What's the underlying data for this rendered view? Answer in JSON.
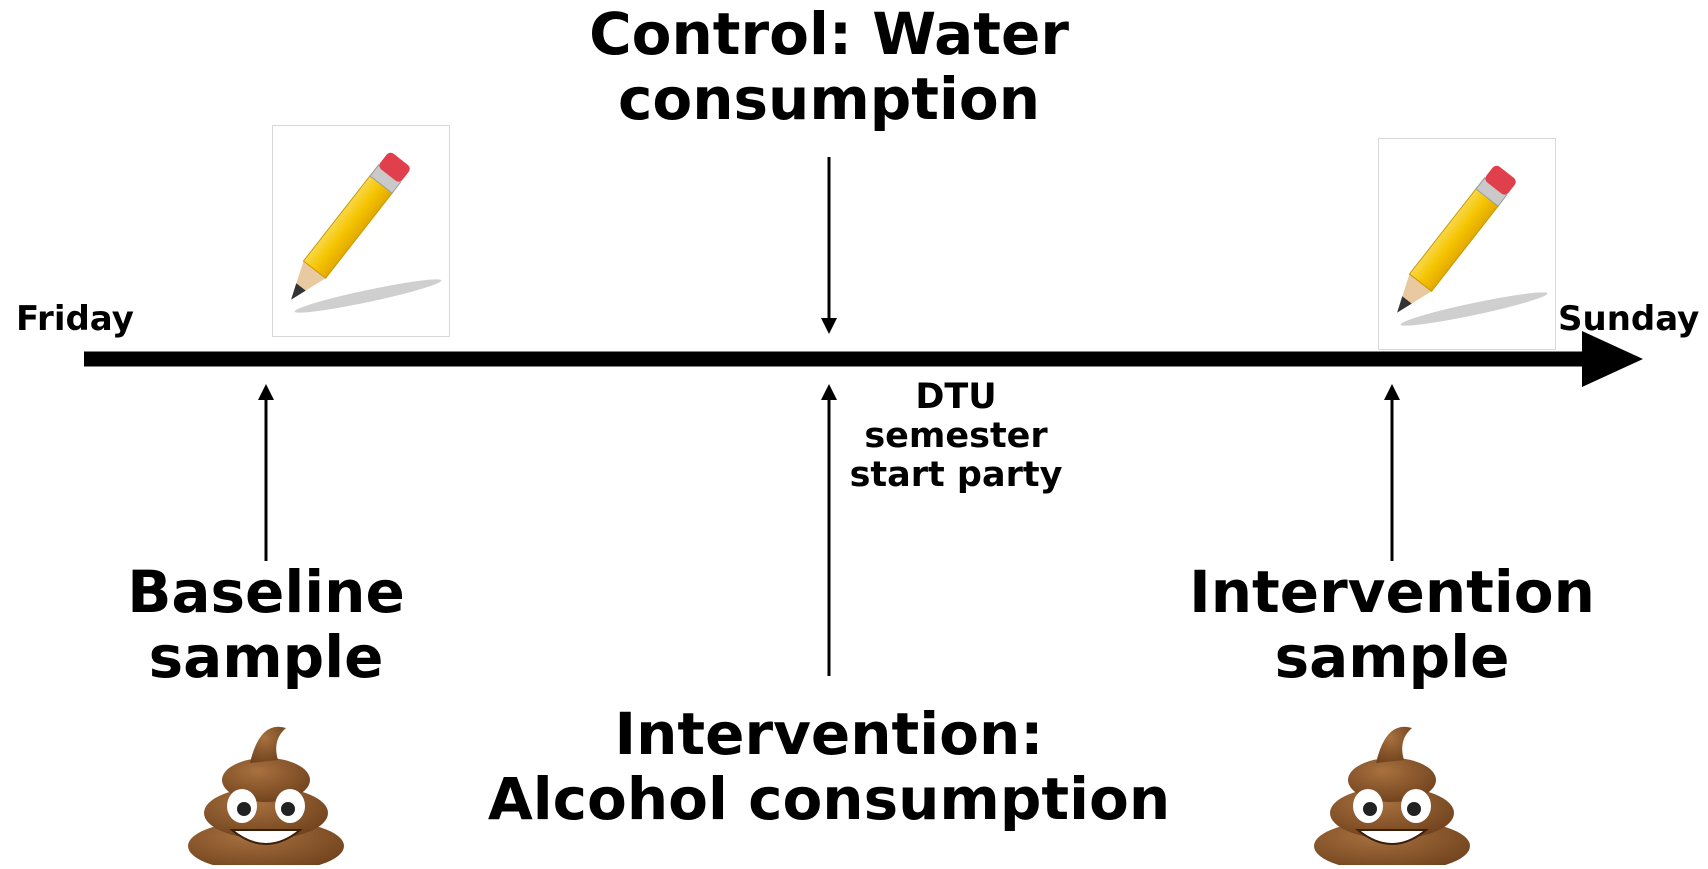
{
  "timeline": {
    "start_label": "Friday",
    "end_label": "Sunday"
  },
  "control": {
    "lines": [
      "Control: Water",
      "consumption"
    ]
  },
  "event": {
    "lines": [
      "DTU",
      "semester",
      "start party"
    ]
  },
  "baseline": {
    "lines": [
      "Baseline",
      "sample"
    ]
  },
  "intervention_sample": {
    "lines": [
      "Intervention",
      "sample"
    ]
  },
  "intervention": {
    "lines": [
      "Intervention:",
      "Alcohol consumption"
    ]
  },
  "icons": {
    "pencil": "pencil-icon",
    "stool": "stool-sample-icon"
  },
  "colors": {
    "line": "#000000",
    "pencil_body": "#F5C400",
    "pencil_eraser": "#E0404B",
    "stool": "#7A4A22"
  }
}
